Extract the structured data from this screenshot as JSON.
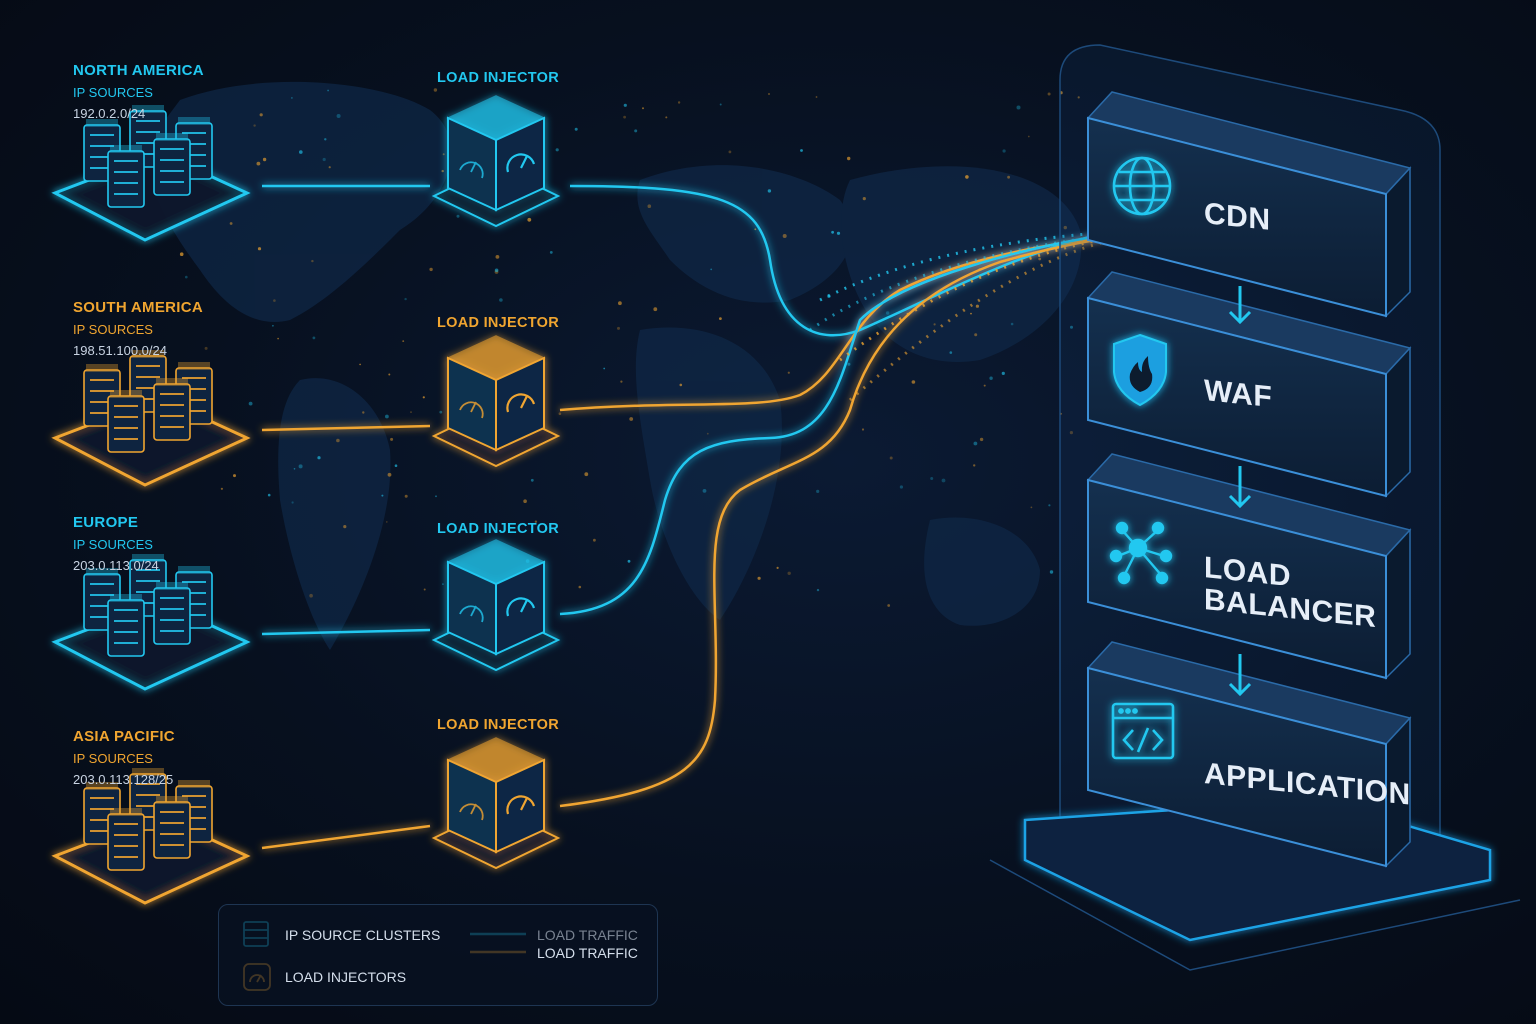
{
  "regions": [
    {
      "name": "NORTH AMERICA",
      "sub": "IP SOURCES",
      "ip": "192.0.2.0/24",
      "color": "#22c8f0"
    },
    {
      "name": "SOUTH AMERICA",
      "sub": "IP SOURCES",
      "ip": "198.51.100.0/24",
      "color": "#f0a530"
    },
    {
      "name": "EUROPE",
      "sub": "IP SOURCES",
      "ip": "203.0.113.0/24",
      "color": "#22c8f0"
    },
    {
      "name": "ASIA PACIFIC",
      "sub": "IP SOURCES",
      "ip": "203.0.113.128/25",
      "color": "#f0a530"
    }
  ],
  "injectors": [
    {
      "label": "LOAD INJECTOR",
      "color": "#22c8f0"
    },
    {
      "label": "LOAD INJECTOR",
      "color": "#f0a530"
    },
    {
      "label": "LOAD INJECTOR",
      "color": "#22c8f0"
    },
    {
      "label": "LOAD INJECTOR",
      "color": "#f0a530"
    }
  ],
  "stack": {
    "layers": [
      {
        "label": "CDN",
        "icon": "globe-icon"
      },
      {
        "label": "WAF",
        "icon": "shield-flame-icon"
      },
      {
        "label": "LOAD BALANCER",
        "icon": "network-hub-icon"
      },
      {
        "label": "APPLICATION",
        "icon": "code-window-icon"
      }
    ]
  },
  "legend": {
    "clusters_label": "IP SOURCE CLUSTERS",
    "injectors_label": "LOAD INJECTORS",
    "traffic_label_1": "LOAD TRAFFIC",
    "traffic_label_2": "LOAD TRAFFIC"
  },
  "colors": {
    "cyan": "#22c8f0",
    "amber": "#f0a530",
    "background": "#07101f"
  }
}
